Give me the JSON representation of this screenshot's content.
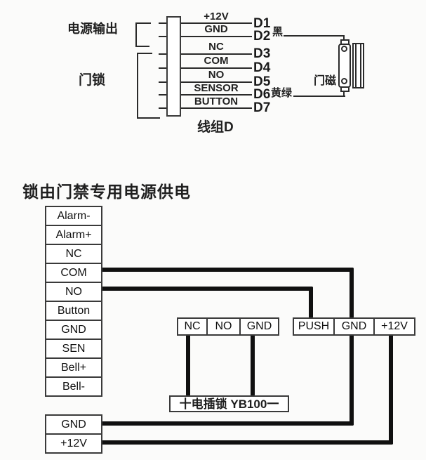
{
  "top_diagram": {
    "power_output_label": "电源输出",
    "door_lock_label": "门锁",
    "wire_group_label": "线组D",
    "door_magnet_label": "门磁",
    "pins": [
      {
        "name": "+12V",
        "wire": "D1"
      },
      {
        "name": "GND",
        "wire": "D2",
        "color_label": "黑"
      },
      {
        "name": "NC",
        "wire": "D3"
      },
      {
        "name": "COM",
        "wire": "D4"
      },
      {
        "name": "NO",
        "wire": "D5"
      },
      {
        "name": "SENSOR",
        "wire": "D6",
        "color_label": "黄绿"
      },
      {
        "name": "BUTTON",
        "wire": "D7"
      }
    ]
  },
  "bottom_diagram": {
    "title": "锁由门禁专用电源供电",
    "controller_terminals": [
      "Alarm-",
      "Alarm+",
      "NC",
      "COM",
      "NO",
      "Button",
      "GND",
      "SEN",
      "Bell+",
      "Bell-"
    ],
    "power_terminals": [
      "GND",
      "+12V"
    ],
    "lock_relay_terminals": [
      "NC",
      "NO",
      "GND"
    ],
    "psu_terminals": [
      "PUSH",
      "GND",
      "+12V"
    ],
    "lock_label": "十电插锁 YB100一"
  },
  "colors": {
    "line": "#2a2a2a",
    "thick_wire": "#101010",
    "background": "#fbfbfa"
  }
}
